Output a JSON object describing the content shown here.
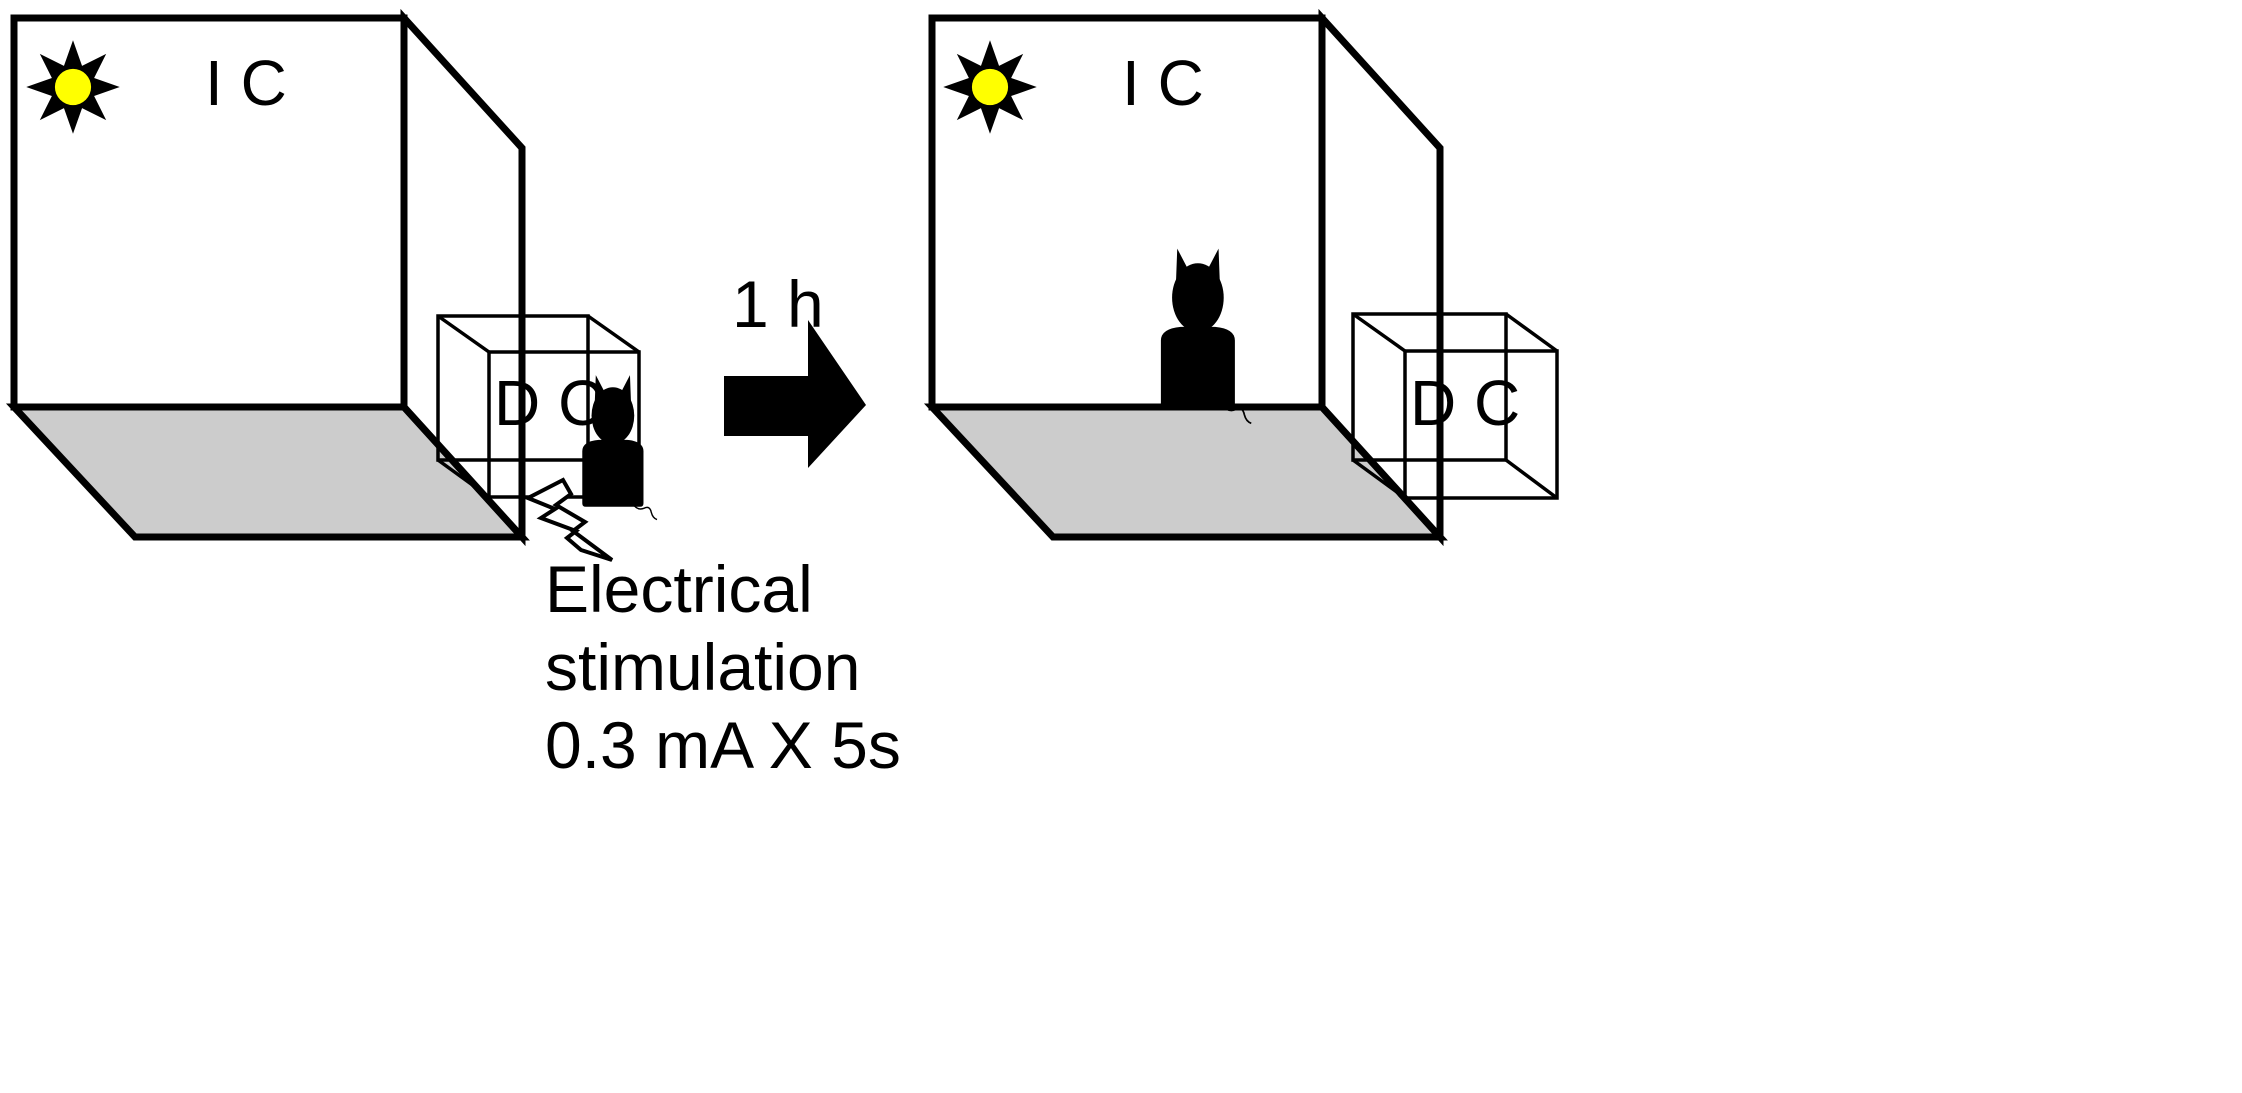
{
  "colors": {
    "floor": "#cccccc",
    "light_fill": "#ffff00",
    "line": "#000000",
    "background": "#ffffff"
  },
  "panels": [
    {
      "large_box_label": "I C",
      "small_box_label": "D C",
      "light_icon": "sun-icon",
      "animal_icon": "rat-silhouette-icon",
      "animal_location": "dark compartment"
    },
    {
      "large_box_label": "I C",
      "small_box_label": "D C",
      "light_icon": "sun-icon",
      "animal_icon": "rat-silhouette-icon",
      "animal_location": "illuminated compartment"
    }
  ],
  "transition": {
    "label": "1 h",
    "icon": "right-arrow-icon"
  },
  "stimulation": {
    "icon": "lightning-bolt-icon",
    "line1": "Electrical",
    "line2": "stimulation",
    "line3": "0.3 mA X 5s"
  }
}
